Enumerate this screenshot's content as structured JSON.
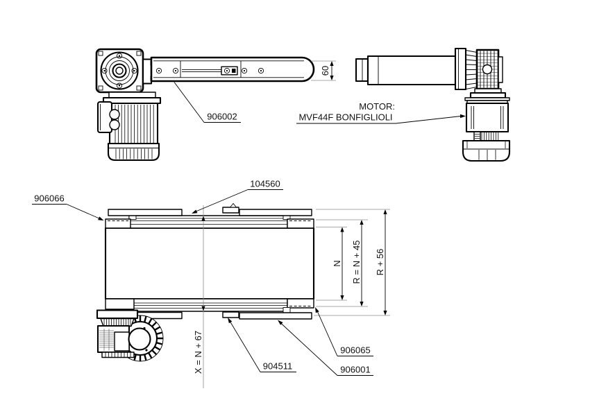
{
  "drawing": {
    "motor_note": {
      "line1": "MOTOR:",
      "line2": "MVF44F BONFIGLIOLI"
    },
    "part_labels": {
      "side_view_conveyor": "906002",
      "plan_left_bearing": "906066",
      "plan_top_rail": "104560",
      "plan_bottom_tab": "904511",
      "plan_right_bearing": "906065",
      "plan_side_profile": "906001"
    },
    "dimensions": {
      "beam_height": "60",
      "belt_width": "N",
      "frame_width": "R = N + 45",
      "overall_width": "R + 56",
      "overall_with_drive": "X = N + 67"
    },
    "colors": {
      "line": "#000000",
      "thin_line": "#8c8c8c",
      "background": "#ffffff"
    }
  }
}
